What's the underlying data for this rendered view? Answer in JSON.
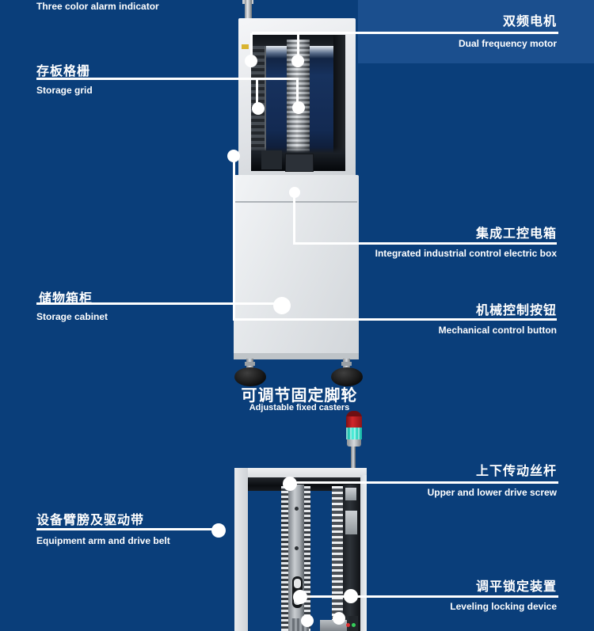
{
  "colors": {
    "background": "#0a3e7a",
    "top_right_panel": "#1b4f8e",
    "label_text": "#ffffff",
    "leader_line": "#ffffff",
    "lamp_red": "#c62026",
    "lamp_green": "#38dfcd",
    "machine_body": "#e8eaec"
  },
  "callouts": {
    "alarm": {
      "en": "Three color alarm indicator"
    },
    "motor": {
      "zh": "双频电机",
      "en": "Dual frequency motor"
    },
    "grid": {
      "zh": "存板格栅",
      "en": "Storage grid"
    },
    "control_box": {
      "zh": "集成工控电箱",
      "en": "Integrated industrial control electric box"
    },
    "cabinet": {
      "zh": "储物箱柜",
      "en": "Storage cabinet"
    },
    "button": {
      "zh": "机械控制按钮",
      "en": "Mechanical control button"
    },
    "casters": {
      "zh": "可调节固定脚轮",
      "en": "Adjustable fixed casters"
    },
    "screw": {
      "zh": "上下传动丝杆",
      "en": "Upper and lower drive screw"
    },
    "arm": {
      "zh": "设备臂膀及驱动带",
      "en": "Equipment arm and drive belt"
    },
    "leveling": {
      "zh": "调平锁定装置",
      "en": "Leveling locking device"
    }
  }
}
